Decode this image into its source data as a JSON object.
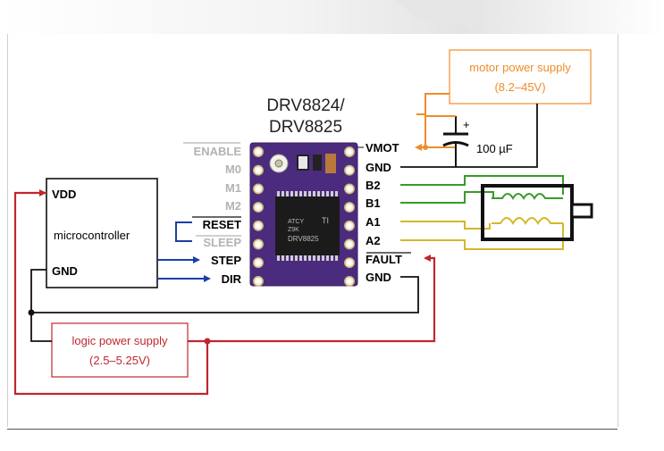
{
  "board_title": [
    "DRV8824/",
    "DRV8825"
  ],
  "microcontroller": {
    "label": "microcontroller",
    "pins": {
      "vdd": "VDD",
      "gnd": "GND"
    }
  },
  "logic_power_supply": {
    "line1": "logic power supply",
    "line2": "(2.5–5.25V)"
  },
  "motor_power_supply": {
    "line1": "motor power supply",
    "line2": "(8.2–45V)"
  },
  "capacitor": {
    "value": "100 µF",
    "polarity": "+"
  },
  "left_pins": [
    "ENABLE",
    "M0",
    "M1",
    "M2",
    "RESET",
    "SLEEP",
    "STEP",
    "DIR"
  ],
  "right_pins": [
    "VMOT",
    "GND",
    "B2",
    "B1",
    "A1",
    "A2",
    "FAULT",
    "GND"
  ],
  "chip_marking": [
    "ATCY",
    "Z9K",
    "DRV8825",
    "TI"
  ],
  "colors": {
    "logic_wire": "#c0272d",
    "motor_wire": "#f08c28",
    "signal_wire": "#1a3fa6",
    "coil_b": "#3a9a2a",
    "coil_a": "#d4b728",
    "board": "#4b2b7e",
    "disabled_label": "#b3b3b3"
  },
  "icons": [
    "stepper-motor-icon",
    "capacitor-icon",
    "arrow-icon"
  ]
}
